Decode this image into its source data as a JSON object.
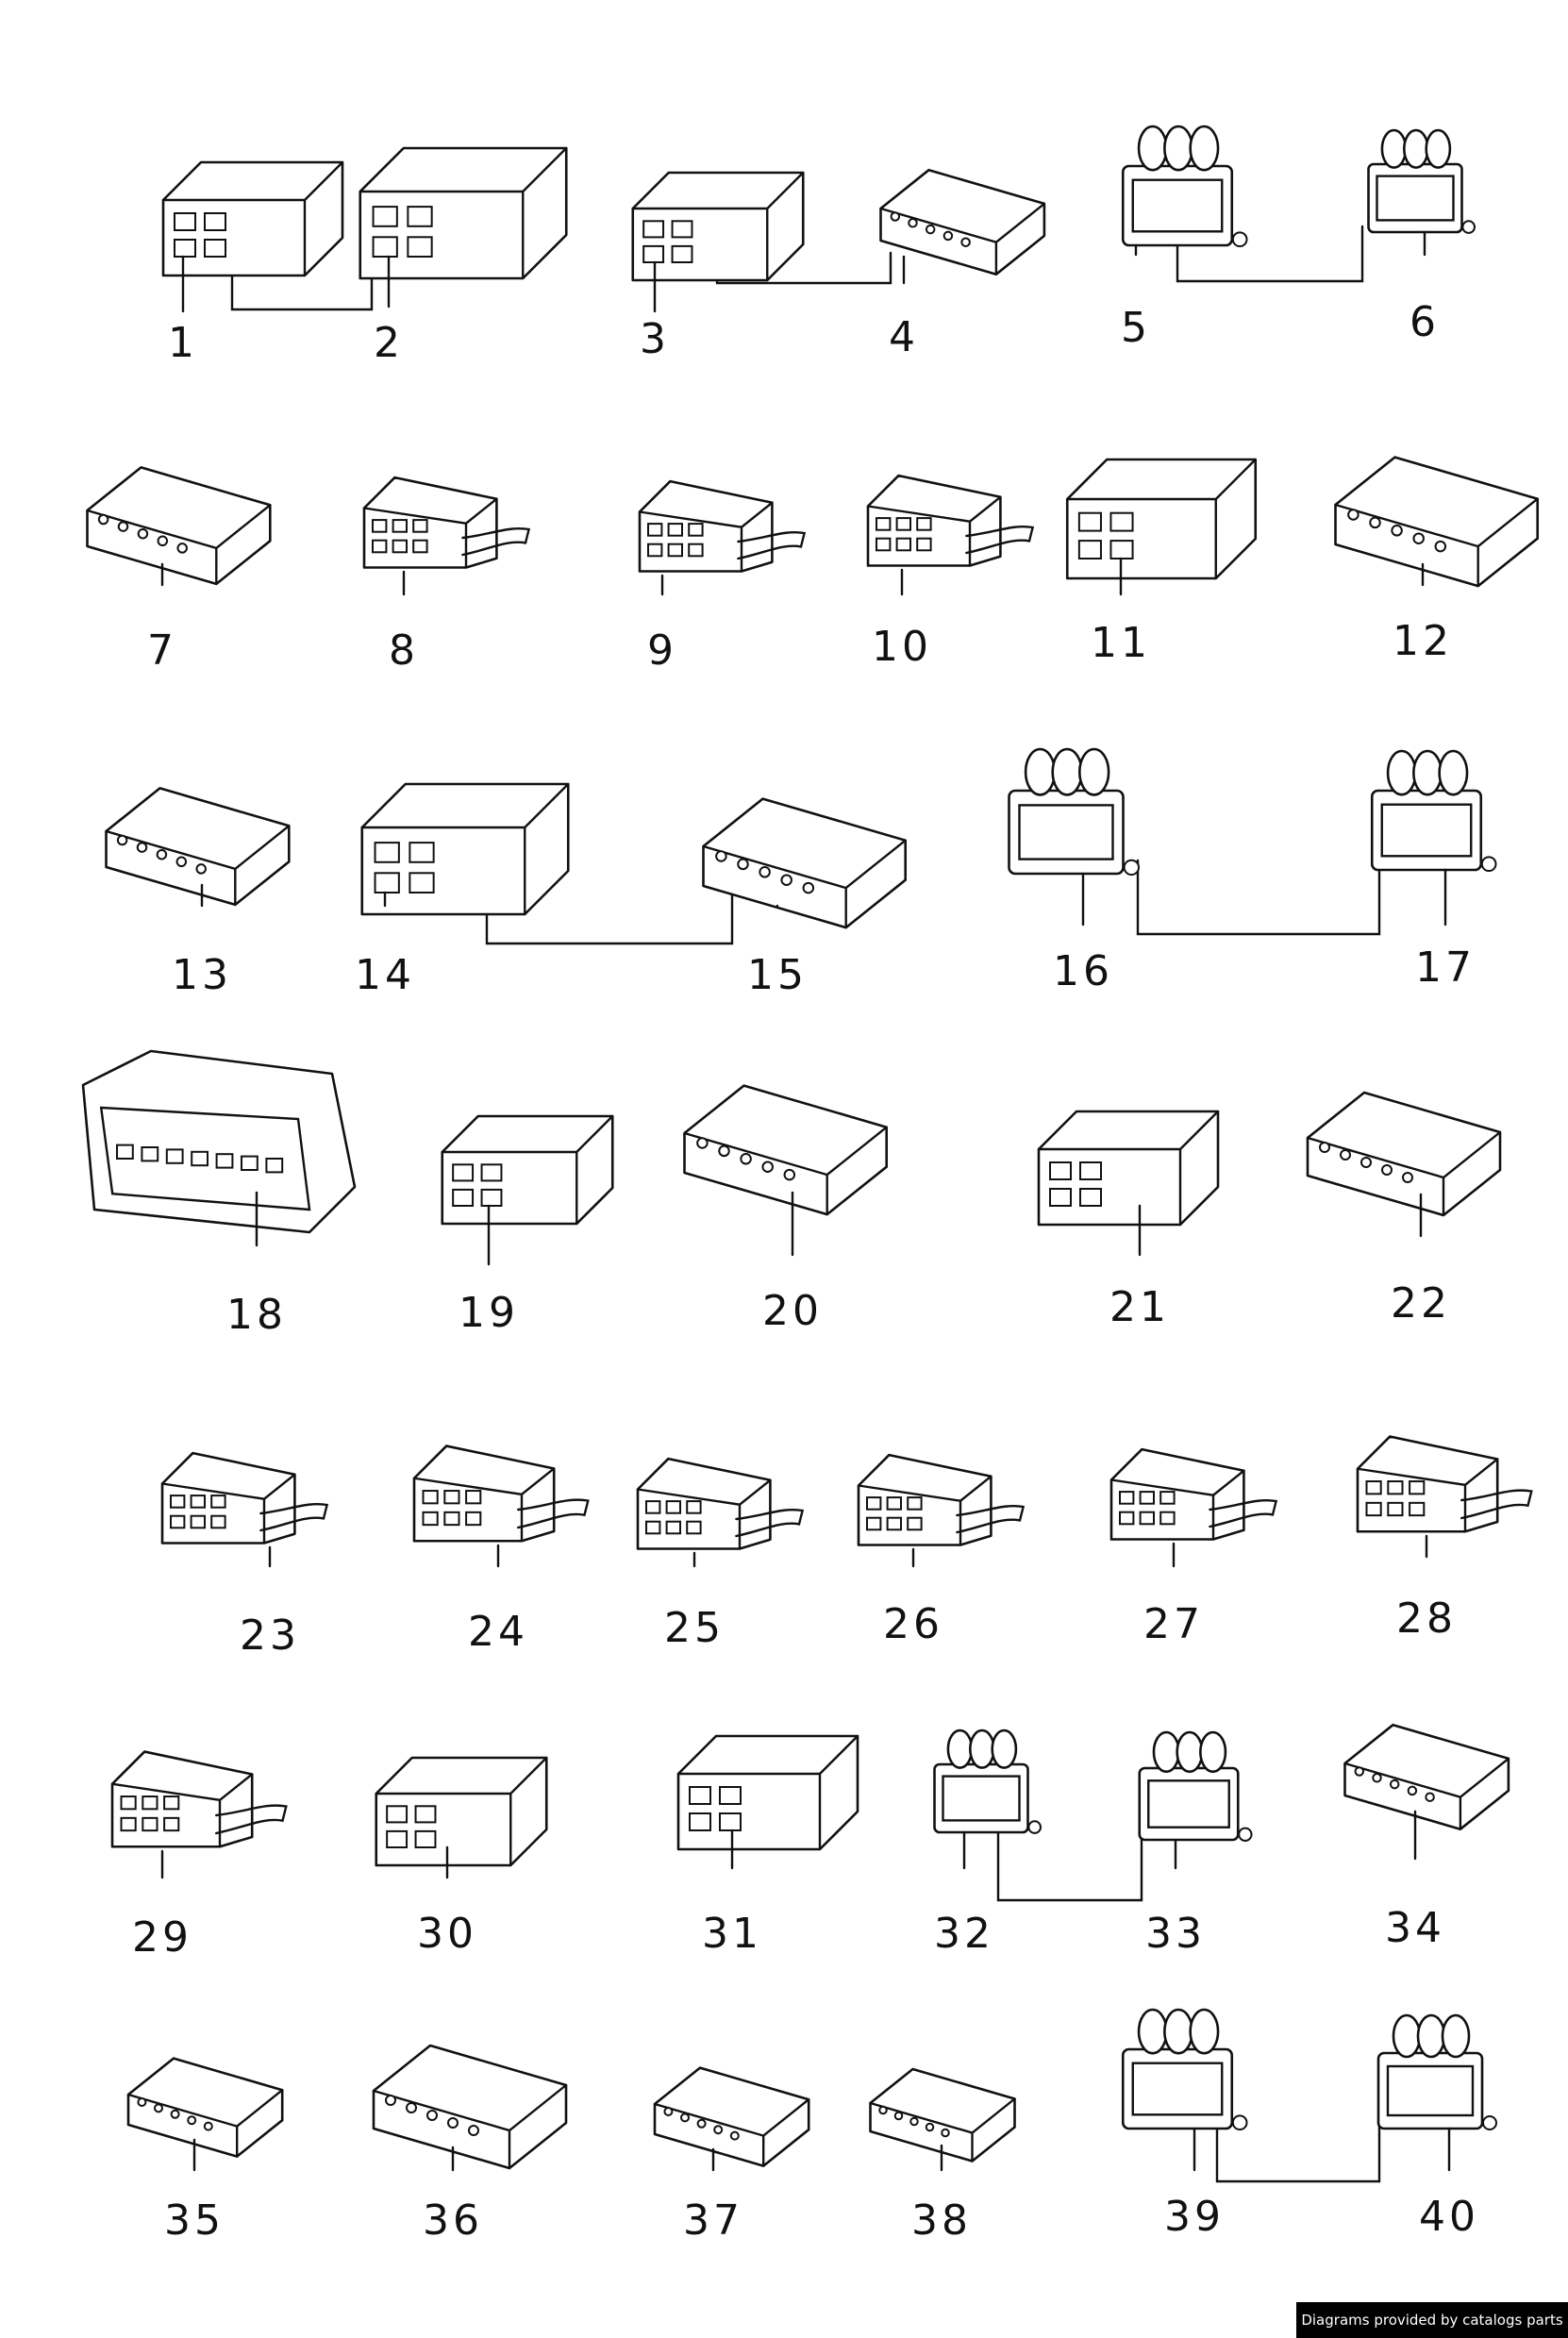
{
  "diagram": {
    "parts": [
      {
        "number": "1",
        "shape": "housing"
      },
      {
        "number": "2",
        "shape": "housing"
      },
      {
        "number": "3",
        "shape": "housing"
      },
      {
        "number": "4",
        "shape": "flat"
      },
      {
        "number": "5",
        "shape": "round-pins"
      },
      {
        "number": "6",
        "shape": "round-pins"
      },
      {
        "number": "7",
        "shape": "flat"
      },
      {
        "number": "8",
        "shape": "latched"
      },
      {
        "number": "9",
        "shape": "latched"
      },
      {
        "number": "10",
        "shape": "latched"
      },
      {
        "number": "11",
        "shape": "housing"
      },
      {
        "number": "12",
        "shape": "flat"
      },
      {
        "number": "13",
        "shape": "flat"
      },
      {
        "number": "14",
        "shape": "housing"
      },
      {
        "number": "15",
        "shape": "flat"
      },
      {
        "number": "16",
        "shape": "round-pins"
      },
      {
        "number": "17",
        "shape": "round-pins"
      },
      {
        "number": "18",
        "shape": "large"
      },
      {
        "number": "19",
        "shape": "housing"
      },
      {
        "number": "20",
        "shape": "flat"
      },
      {
        "number": "21",
        "shape": "housing"
      },
      {
        "number": "22",
        "shape": "flat"
      },
      {
        "number": "23",
        "shape": "latched"
      },
      {
        "number": "24",
        "shape": "latched"
      },
      {
        "number": "25",
        "shape": "latched"
      },
      {
        "number": "26",
        "shape": "latched"
      },
      {
        "number": "27",
        "shape": "latched"
      },
      {
        "number": "28",
        "shape": "latched"
      },
      {
        "number": "29",
        "shape": "latched"
      },
      {
        "number": "30",
        "shape": "housing"
      },
      {
        "number": "31",
        "shape": "housing"
      },
      {
        "number": "32",
        "shape": "round-pins"
      },
      {
        "number": "33",
        "shape": "round-pins"
      },
      {
        "number": "34",
        "shape": "flat"
      },
      {
        "number": "35",
        "shape": "flat"
      },
      {
        "number": "36",
        "shape": "flat"
      },
      {
        "number": "37",
        "shape": "flat"
      },
      {
        "number": "38",
        "shape": "flat"
      },
      {
        "number": "39",
        "shape": "round-pins"
      },
      {
        "number": "40",
        "shape": "round-pins"
      }
    ],
    "pairs": [
      [
        "1",
        "2"
      ],
      [
        "3",
        "4"
      ],
      [
        "5",
        "6"
      ],
      [
        "14",
        "15"
      ],
      [
        "16",
        "17"
      ],
      [
        "32",
        "33"
      ],
      [
        "39",
        "40"
      ]
    ]
  },
  "footer": {
    "credit": "Diagrams provided by catalogs parts",
    "background": "#000000",
    "text_color": "#ffffff"
  },
  "colors": {
    "ink": "#111111",
    "paper": "#ffffff"
  }
}
